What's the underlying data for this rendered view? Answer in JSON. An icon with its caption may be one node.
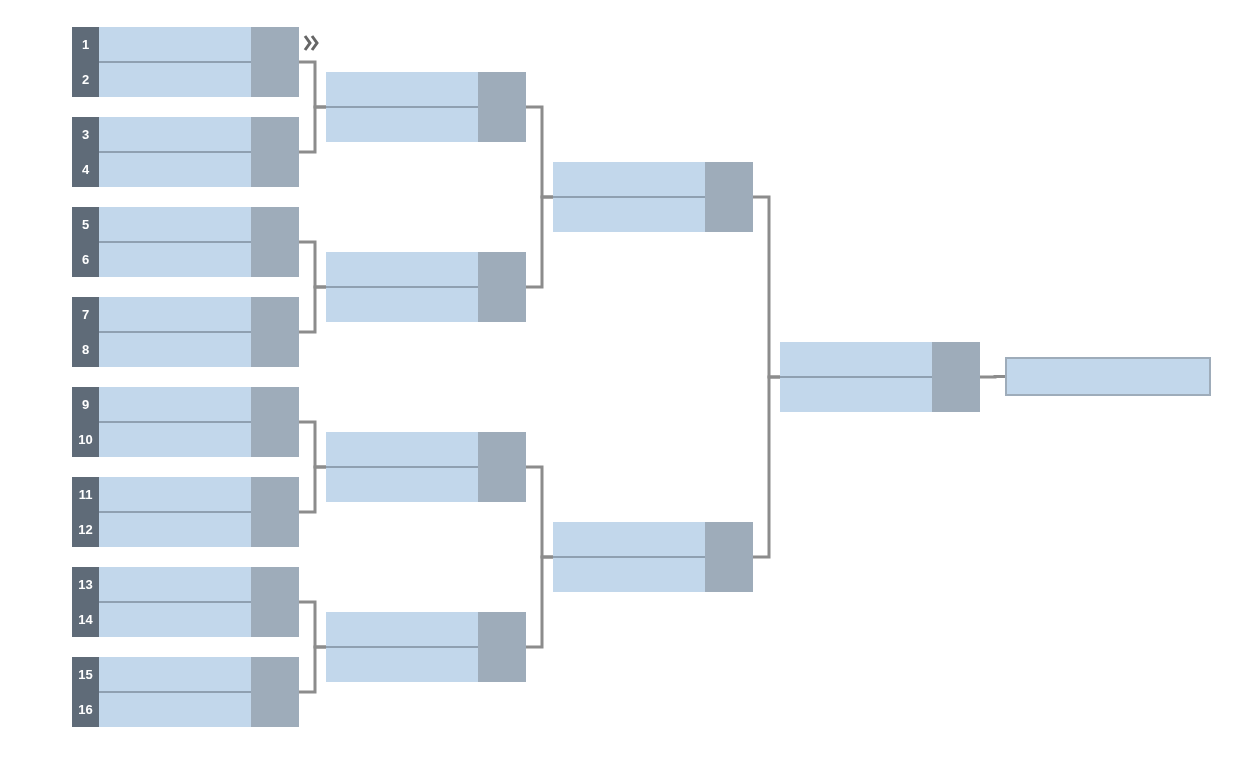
{
  "diagram": {
    "nodes": [
      {
        "text": [
          "1",
          "2"
        ]
      },
      {
        "text": [
          "3",
          "4"
        ]
      },
      {
        "text": [
          "5",
          "6"
        ]
      },
      {
        "text": [
          "7",
          "8"
        ]
      },
      {
        "text": [
          "9",
          "10"
        ]
      },
      {
        "text": [
          "11",
          "12"
        ]
      },
      {
        "text": [
          "13",
          "14"
        ]
      },
      {
        "text": [
          "15",
          "16"
        ]
      },
      {
        "text": [],
        "shape": "box"
      },
      {
        "text": [],
        "shape": "box"
      },
      {
        "text": [],
        "shape": "box"
      },
      {
        "text": [],
        "shape": "box"
      },
      {
        "text": [],
        "shape": "box"
      },
      {
        "text": [],
        "shape": "box"
      },
      {
        "text": [],
        "shape": "box"
      },
      {
        "text": [],
        "shape": "box"
      }
    ],
    "edges": [
      {
        "from": 0,
        "to": 8,
        "arrow": "none"
      },
      {
        "from": 1,
        "to": 8,
        "arrow": "none"
      },
      {
        "from": 2,
        "to": 9,
        "arrow": "none"
      },
      {
        "from": 3,
        "to": 9,
        "arrow": "none"
      },
      {
        "from": 4,
        "to": 10,
        "arrow": "none"
      },
      {
        "from": 5,
        "to": 10,
        "arrow": "none"
      },
      {
        "from": 6,
        "to": 11,
        "arrow": "none"
      },
      {
        "from": 7,
        "to": 11,
        "arrow": "none"
      },
      {
        "from": 8,
        "to": 12,
        "arrow": "none"
      },
      {
        "from": 9,
        "to": 12,
        "arrow": "none"
      },
      {
        "from": 10,
        "to": 13,
        "arrow": "none"
      },
      {
        "from": 11,
        "to": 13,
        "arrow": "none"
      },
      {
        "from": 12,
        "to": 14,
        "arrow": "none"
      },
      {
        "from": 13,
        "to": 14,
        "arrow": "none"
      },
      {
        "from": 14,
        "to": 15,
        "arrow": "none"
      }
    ]
  }
}
